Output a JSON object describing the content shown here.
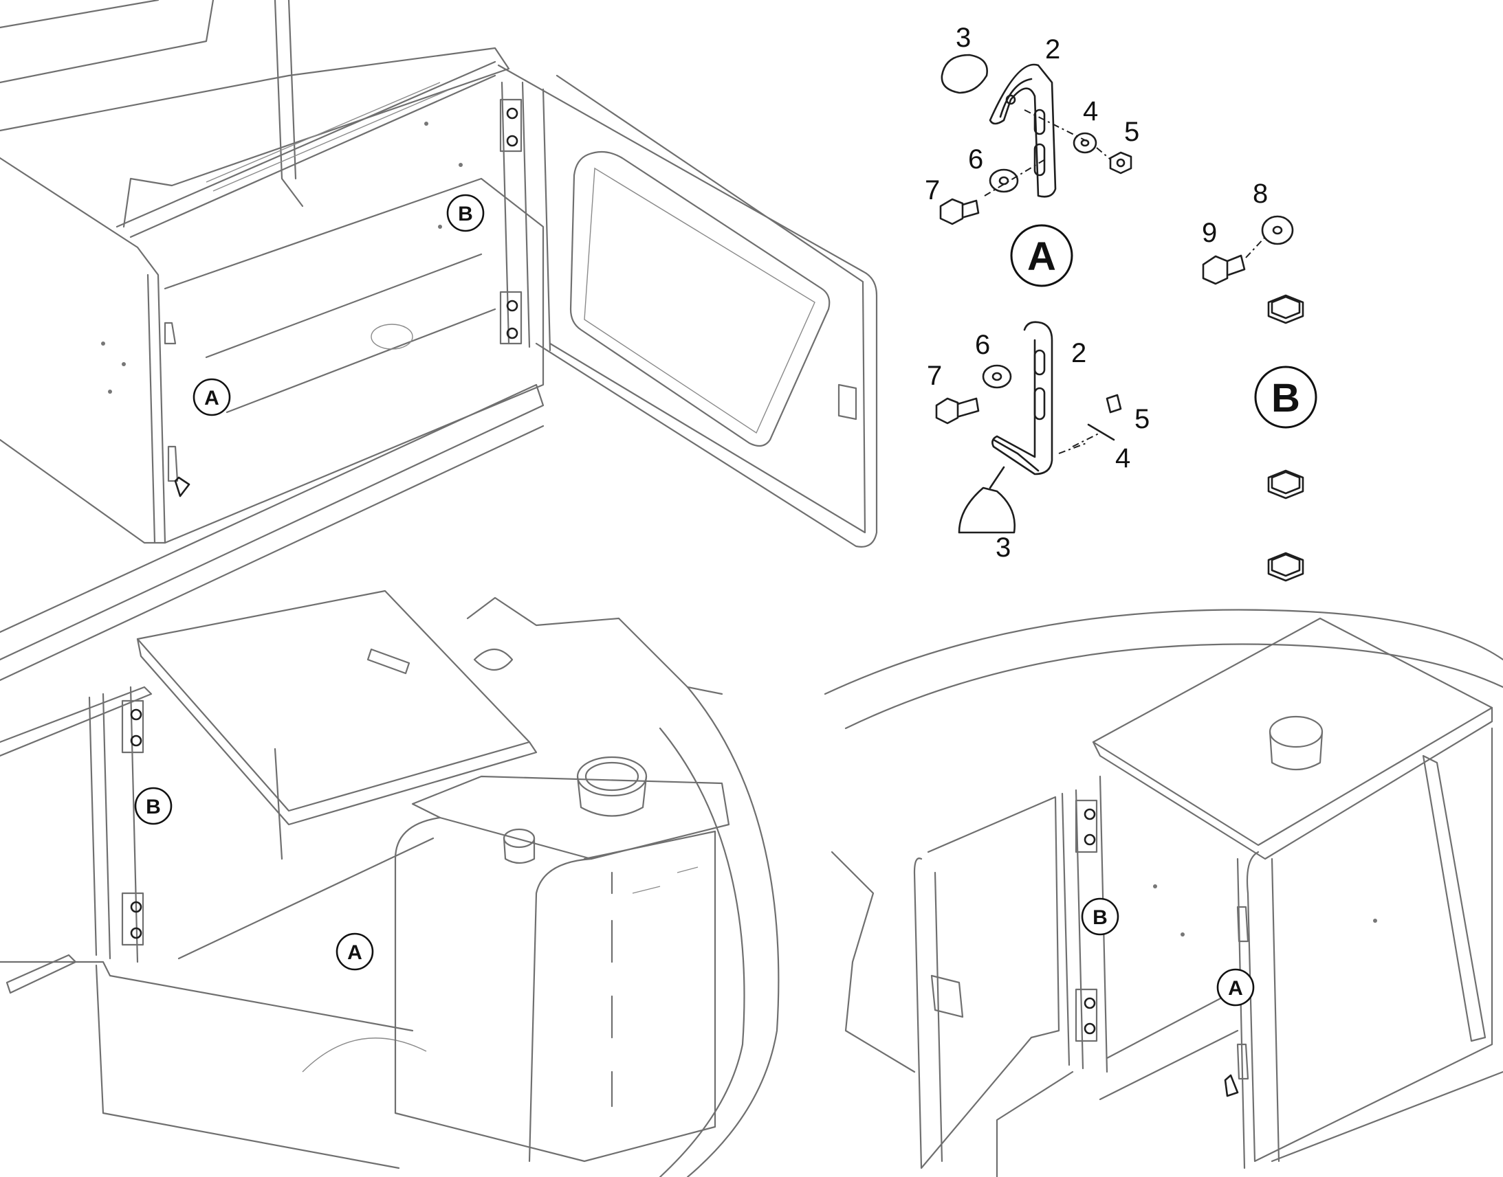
{
  "callouts": {
    "group_a": {
      "letter": "A",
      "items": {
        "n3": "3",
        "n2": "2",
        "n4": "4",
        "n5": "5",
        "n6": "6",
        "n7": "7"
      }
    },
    "group_a_alt": {
      "items": {
        "n6": "6",
        "n2": "2",
        "n7": "7",
        "n5": "5",
        "n4": "4",
        "n3": "3"
      }
    },
    "group_b": {
      "letter": "B",
      "items": {
        "n8": "8",
        "n9": "9"
      }
    }
  },
  "view_markers": {
    "top_view_a": "A",
    "top_view_b": "B",
    "bottom_left_a": "A",
    "bottom_left_b": "B",
    "bottom_right_a": "A",
    "bottom_right_b": "B"
  }
}
